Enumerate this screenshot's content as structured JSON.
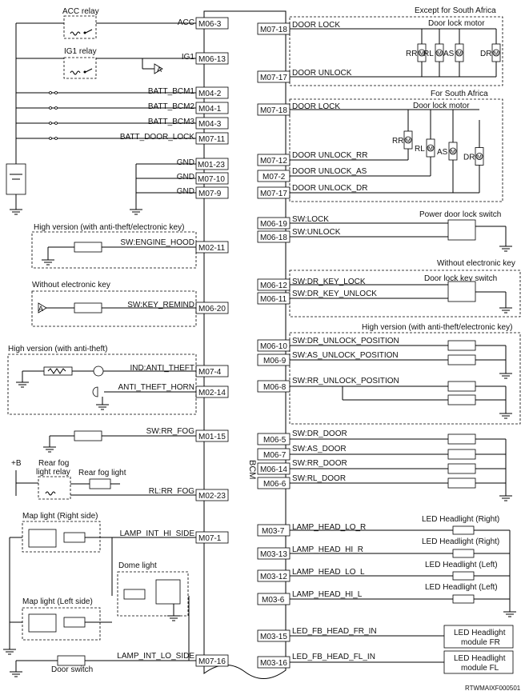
{
  "module": {
    "name": "BCM",
    "figure_id": "RTWMAIXF000501"
  },
  "left_pins": [
    {
      "pin": "M06-3",
      "signal": "ACC"
    },
    {
      "pin": "M06-13",
      "signal": "IG1"
    },
    {
      "pin": "M04-2",
      "signal": "BATT_BCM1"
    },
    {
      "pin": "M04-1",
      "signal": "BATT_BCM2"
    },
    {
      "pin": "M04-3",
      "signal": "BATT_BCM3"
    },
    {
      "pin": "M07-11",
      "signal": "BATT_DOOR_LOCK"
    },
    {
      "pin": "M01-23",
      "signal": "GND"
    },
    {
      "pin": "M07-10",
      "signal": "GND"
    },
    {
      "pin": "M07-9",
      "signal": "GND"
    },
    {
      "pin": "M02-11",
      "signal": "SW:ENGINE_HOOD"
    },
    {
      "pin": "M06-20",
      "signal": "SW:KEY_REMIND"
    },
    {
      "pin": "M07-4",
      "signal": "IND:ANTI_THEFT"
    },
    {
      "pin": "M02-14",
      "signal": "ANTI_THEFT_HORN"
    },
    {
      "pin": "M01-15",
      "signal": "SW:RR_FOG"
    },
    {
      "pin": "M02-23",
      "signal": "RL:RR_FOG"
    },
    {
      "pin": "M07-1",
      "signal": "LAMP_INT_HI_SIDE"
    },
    {
      "pin": "M07-16",
      "signal": "LAMP_INT_LO_SIDE"
    }
  ],
  "right_pins": [
    {
      "pin": "M07-18",
      "signal": "DOOR LOCK"
    },
    {
      "pin": "M07-17",
      "signal": "DOOR UNLOCK"
    },
    {
      "pin": "M07-18",
      "signal": "DOOR LOCK"
    },
    {
      "pin": "M07-12",
      "signal": "DOOR UNLOCK_RR"
    },
    {
      "pin": "M07-2",
      "signal": "DOOR UNLOCK_AS"
    },
    {
      "pin": "M07-17",
      "signal": "DOOR UNLOCK_DR"
    },
    {
      "pin": "M06-19",
      "signal": "SW:LOCK"
    },
    {
      "pin": "M06-18",
      "signal": "SW:UNLOCK"
    },
    {
      "pin": "M06-12",
      "signal": "SW:DR_KEY_LOCK"
    },
    {
      "pin": "M06-11",
      "signal": "SW:DR_KEY_UNLOCK"
    },
    {
      "pin": "M06-10",
      "signal": "SW:DR_UNLOCK_POSITION"
    },
    {
      "pin": "M06-9",
      "signal": "SW:AS_UNLOCK_POSITION"
    },
    {
      "pin": "M06-8",
      "signal": "SW:RR_UNLOCK_POSITION"
    },
    {
      "pin": "M06-5",
      "signal": "SW:DR_DOOR"
    },
    {
      "pin": "M06-7",
      "signal": "SW:AS_DOOR"
    },
    {
      "pin": "M06-14",
      "signal": "SW:RR_DOOR"
    },
    {
      "pin": "M06-6",
      "signal": "SW:RL_DOOR"
    },
    {
      "pin": "M03-7",
      "signal": "LAMP_HEAD_LO_R"
    },
    {
      "pin": "M03-13",
      "signal": "LAMP_HEAD_HI_R"
    },
    {
      "pin": "M03-12",
      "signal": "LAMP_HEAD_LO_L"
    },
    {
      "pin": "M03-6",
      "signal": "LAMP_HEAD_HI_L"
    },
    {
      "pin": "M03-15",
      "signal": "LED_FB_HEAD_FR_IN"
    },
    {
      "pin": "M03-16",
      "signal": "LED_FB_HEAD_FL_IN"
    }
  ],
  "labels": {
    "acc_relay": "ACC relay",
    "ig1_relay": "IG1 relay",
    "except_sa": "Except for South Africa",
    "for_sa": "For South Africa",
    "door_lock_motor": "Door lock motor",
    "hv_key": "High version (with anti-theft/electronic key)",
    "wo_key": "Without electronic key",
    "hv_theft": "High version (with anti-theft)",
    "pdl_switch": "Power door lock switch",
    "wo_key_r": "Without electronic key",
    "dlk_switch": "Door lock key switch",
    "hv_key_r": "High version (with anti-theft/electronic key)",
    "plus_b": "+B",
    "rear_fog_relay_1": "Rear fog",
    "rear_fog_relay_2": "light relay",
    "rear_fog_light": "Rear fog light",
    "map_right": "Map light (Right side)",
    "map_left": "Map light (Left side)",
    "dome": "Dome light",
    "door_switch": "Door switch",
    "led_r1": "LED Headlight (Right)",
    "led_r2": "LED Headlight (Right)",
    "led_l1": "LED Headlight (Left)",
    "led_l2": "LED Headlight (Left)",
    "mod_fr_1": "LED Headlight",
    "mod_fr_2": "module FR",
    "mod_fl_1": "LED Headlight",
    "mod_fl_2": "module FL",
    "conn_a": "A",
    "motors": [
      "RR",
      "RL",
      "AS",
      "DR"
    ],
    "motor_glyph": "M"
  }
}
